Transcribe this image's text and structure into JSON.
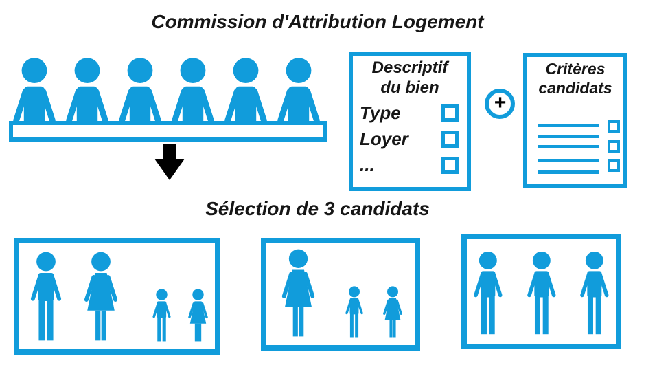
{
  "colors": {
    "accent": "#119CDB",
    "arrow": "#000000",
    "text": "#161616"
  },
  "diagram": {
    "title": "Commission d'Attribution Logement",
    "subtitle": "Sélection de 3 candidats",
    "committee": {
      "member_count": 6,
      "icon": "committee-members-behind-table"
    },
    "plus_sign": "+",
    "property_card": {
      "title": "Descriptif du bien",
      "items": [
        {
          "label": "Type",
          "checkbox": true
        },
        {
          "label": "Loyer",
          "checkbox": true
        },
        {
          "label": "...",
          "checkbox": true
        }
      ]
    },
    "criteria_card": {
      "title": "Critères candidats",
      "text_line_count": 5,
      "checkbox_count": 3
    },
    "candidates": [
      {
        "label": "couple-with-two-children",
        "members": [
          "man",
          "woman",
          "boy",
          "girl"
        ]
      },
      {
        "label": "single-parent-with-two-children",
        "members": [
          "woman",
          "boy",
          "girl"
        ]
      },
      {
        "label": "three-adults",
        "members": [
          "man",
          "man",
          "man"
        ]
      }
    ]
  }
}
